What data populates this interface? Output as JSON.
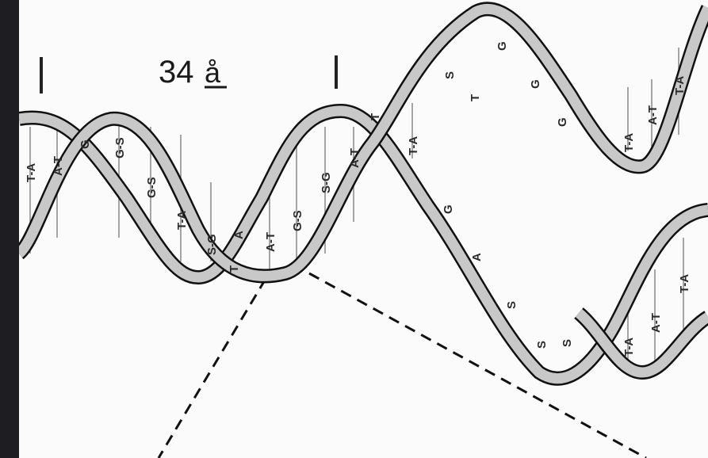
{
  "diagram": {
    "pitch_label": "34",
    "pitch_unit": "å",
    "colors": {
      "background": "#fbfbfb",
      "frame": "#1e1e22",
      "strand_fill": "#c8c8c8",
      "strand_edge": "#111111",
      "ink": "#222222"
    },
    "base_pairs": [
      "T-A",
      "A-T",
      "G",
      "G-S",
      "G-S",
      "T-A",
      "S-G",
      "T",
      "A",
      "A-T",
      "G-S",
      "S-G",
      "A-T",
      "T",
      "T-A",
      "S",
      "T",
      "G",
      "G",
      "G",
      "T-A",
      "A-T",
      "T-A",
      "G",
      "A",
      "S",
      "S",
      "S",
      "T-A",
      "A-T",
      "T-A"
    ]
  }
}
